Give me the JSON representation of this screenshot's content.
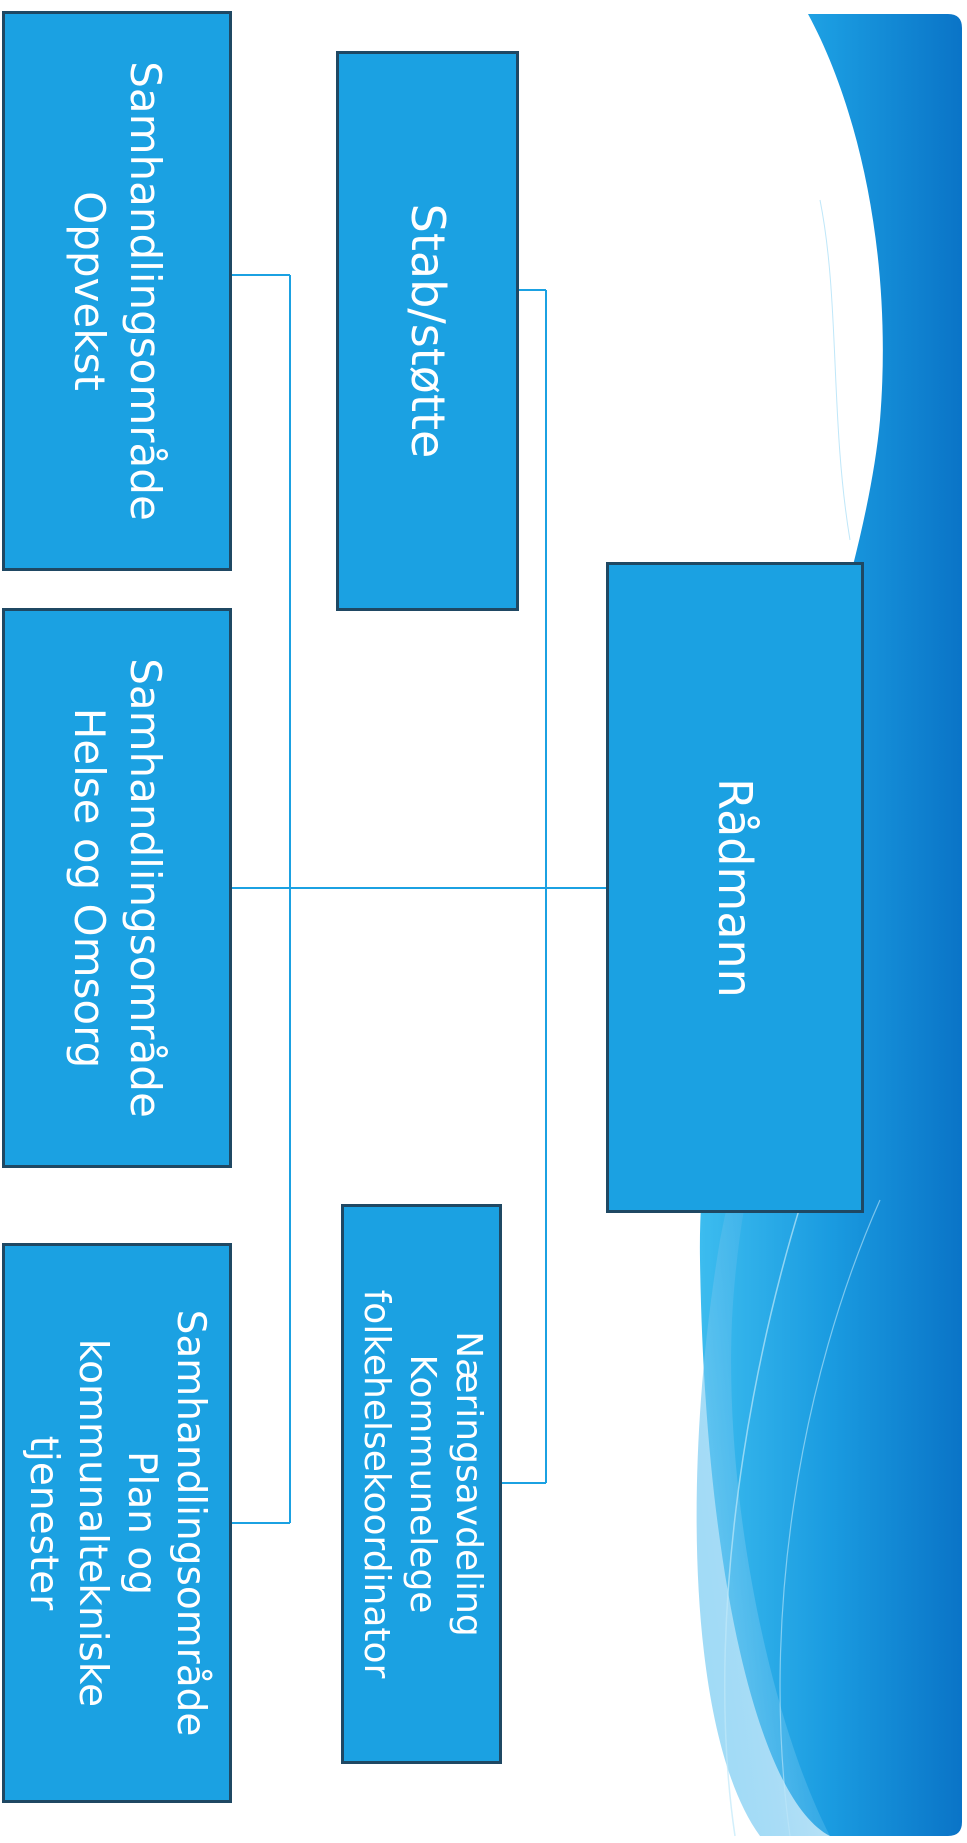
{
  "colors": {
    "box_fill": "#1ba1e2",
    "box_border": "#1f4863",
    "connector": "#1ba1e2",
    "text": "#ffffff",
    "wave_light": "#35b8ee",
    "wave_dark": "#0a76c9"
  },
  "diagram": {
    "radmann": {
      "lines": [
        "Rådmann"
      ]
    },
    "stab": {
      "lines": [
        "Stab/støtte"
      ]
    },
    "naering": {
      "lines": [
        "Næringsavdeling",
        "Kommunelege",
        "folkehelsekoordinator"
      ]
    },
    "oppvekst": {
      "lines": [
        "Samhandlingsområde",
        "Oppvekst"
      ]
    },
    "helse": {
      "lines": [
        "Samhandlingsområde",
        "Helse og Omsorg"
      ]
    },
    "plan": {
      "lines": [
        "Samhandlingsområde",
        "Plan og",
        "kommunaltekniske",
        "tjenester"
      ]
    }
  }
}
